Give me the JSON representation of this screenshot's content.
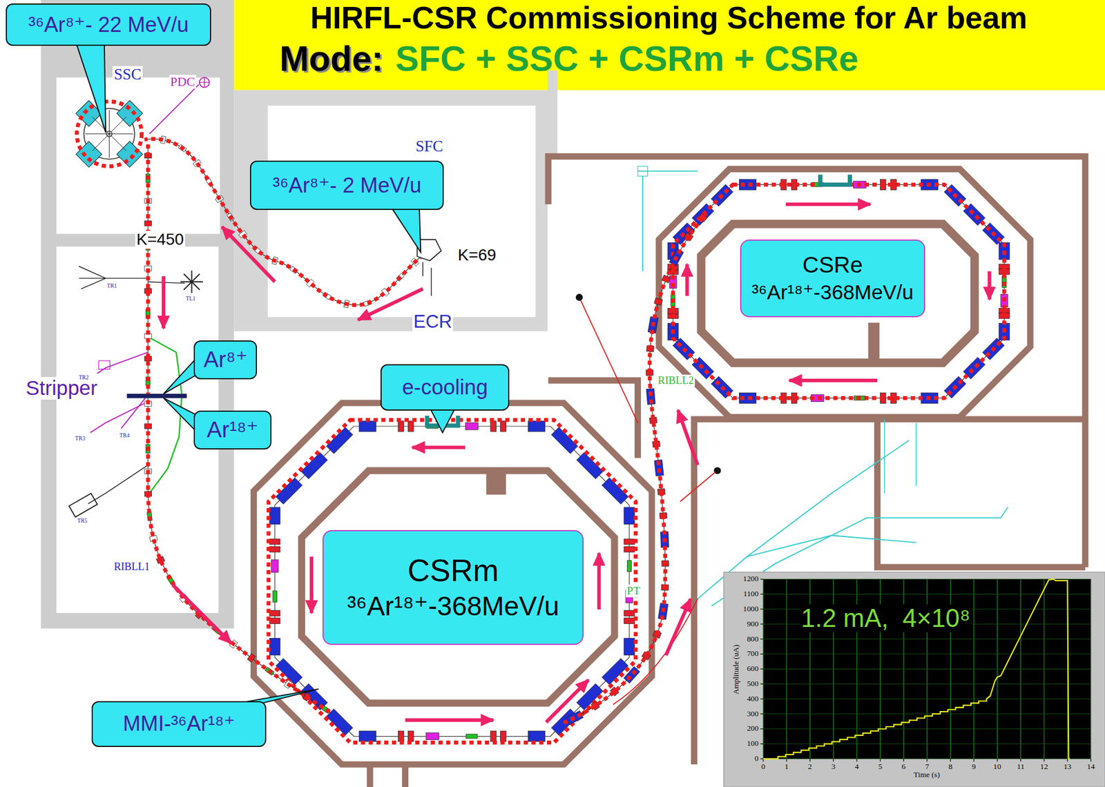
{
  "diagram": {
    "title": "HIRFL-CSR Commissioning Scheme for Ar beam",
    "nodes": [
      {
        "text": [
          "³⁶Ar⁸⁺- 22 MeV/u"
        ]
      },
      {
        "text": [
          "³⁶Ar⁸⁺- 2 MeV/u"
        ]
      },
      {
        "text": [
          "Ar⁸⁺"
        ]
      },
      {
        "text": [
          "Ar¹⁸⁺"
        ]
      },
      {
        "text": [
          "e-cooling"
        ]
      },
      {
        "text": [
          "CSRm",
          "³⁶Ar¹⁸⁺-368MeV/u"
        ]
      },
      {
        "text": [
          "CSRe",
          "³⁶Ar¹⁸⁺-368MeV/u"
        ]
      },
      {
        "text": [
          "MMI-³⁶Ar¹⁸⁺"
        ]
      }
    ],
    "labels": [
      "Mode:",
      "SFC + SSC + CSRm + CSRe",
      "SSC",
      "PDC",
      "SFC",
      "K=450",
      "K=69",
      "ECR",
      "Stripper",
      "RIBLL1",
      "RIBLL2",
      "PT",
      "TR1",
      "TL1",
      "TR2",
      "TR3",
      "TR4",
      "TR5",
      "1.2 mA,  4×10⁸",
      "0",
      "100",
      "200",
      "300",
      "400",
      "500",
      "600",
      "700",
      "800",
      "900",
      "1000",
      "1100",
      "1200",
      "0",
      "1",
      "2",
      "3",
      "4",
      "5",
      "6",
      "7",
      "8",
      "9",
      "10",
      "11",
      "12",
      "13",
      "14",
      "Amplitude (uA)",
      "Time (s)"
    ]
  }
}
